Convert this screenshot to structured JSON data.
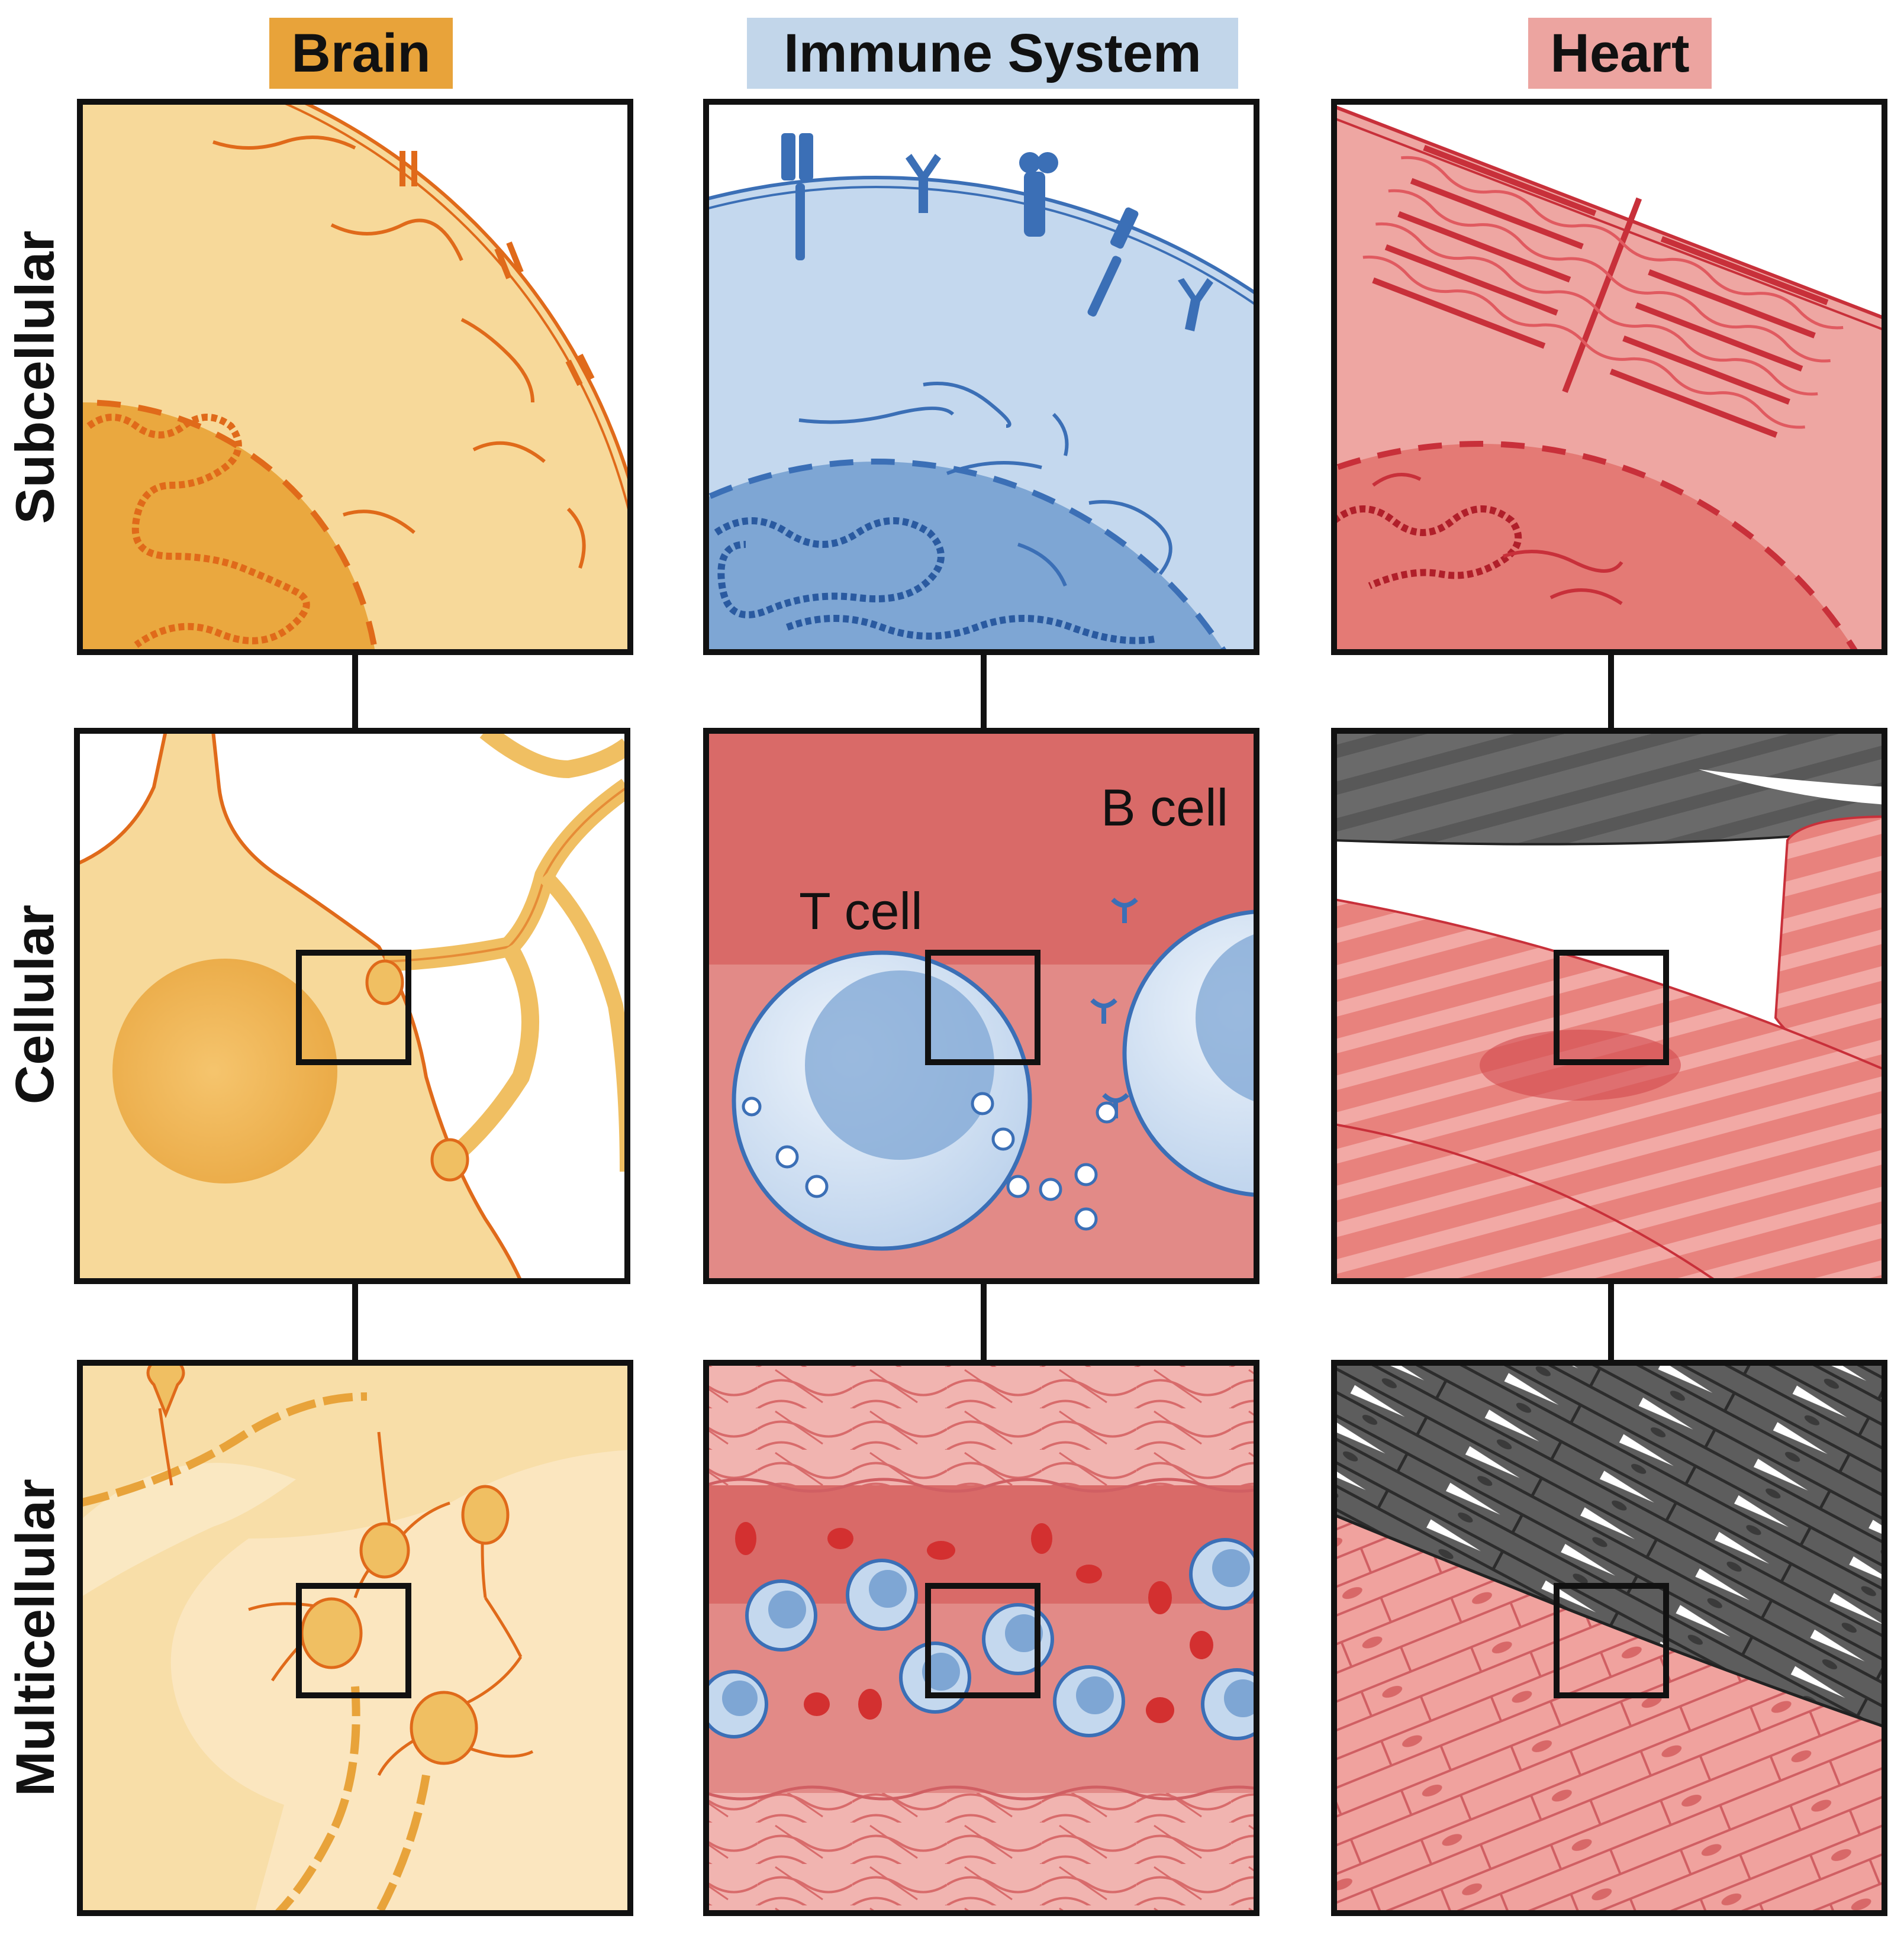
{
  "columns": [
    {
      "id": "brain",
      "title": "Brain",
      "title_bg": "#e8a33a"
    },
    {
      "id": "immune",
      "title": "Immune System",
      "title_bg": "#c2d6ea"
    },
    {
      "id": "heart",
      "title": "Heart",
      "title_bg": "#eca4a0"
    }
  ],
  "rows": [
    {
      "id": "subcellular",
      "label": "Subcellular"
    },
    {
      "id": "cellular",
      "label": "Cellular"
    },
    {
      "id": "multicellular",
      "label": "Multicellular"
    }
  ],
  "panel_labels": {
    "t_cell": "T cell",
    "b_cell": "B cell"
  },
  "colors": {
    "brain_light": "#f7d99a",
    "brain_mid": "#f0bf62",
    "brain_dark": "#e8a33a",
    "brain_line": "#e06a1a",
    "immune_light": "#c4d8ee",
    "immune_mid": "#7ea6d4",
    "immune_line": "#3b6fb6",
    "heart_light": "#eea6a2",
    "heart_mid": "#e47a75",
    "heart_line": "#c8303a",
    "fibro_gray": "#5a5a5a",
    "frame": "#111111"
  }
}
